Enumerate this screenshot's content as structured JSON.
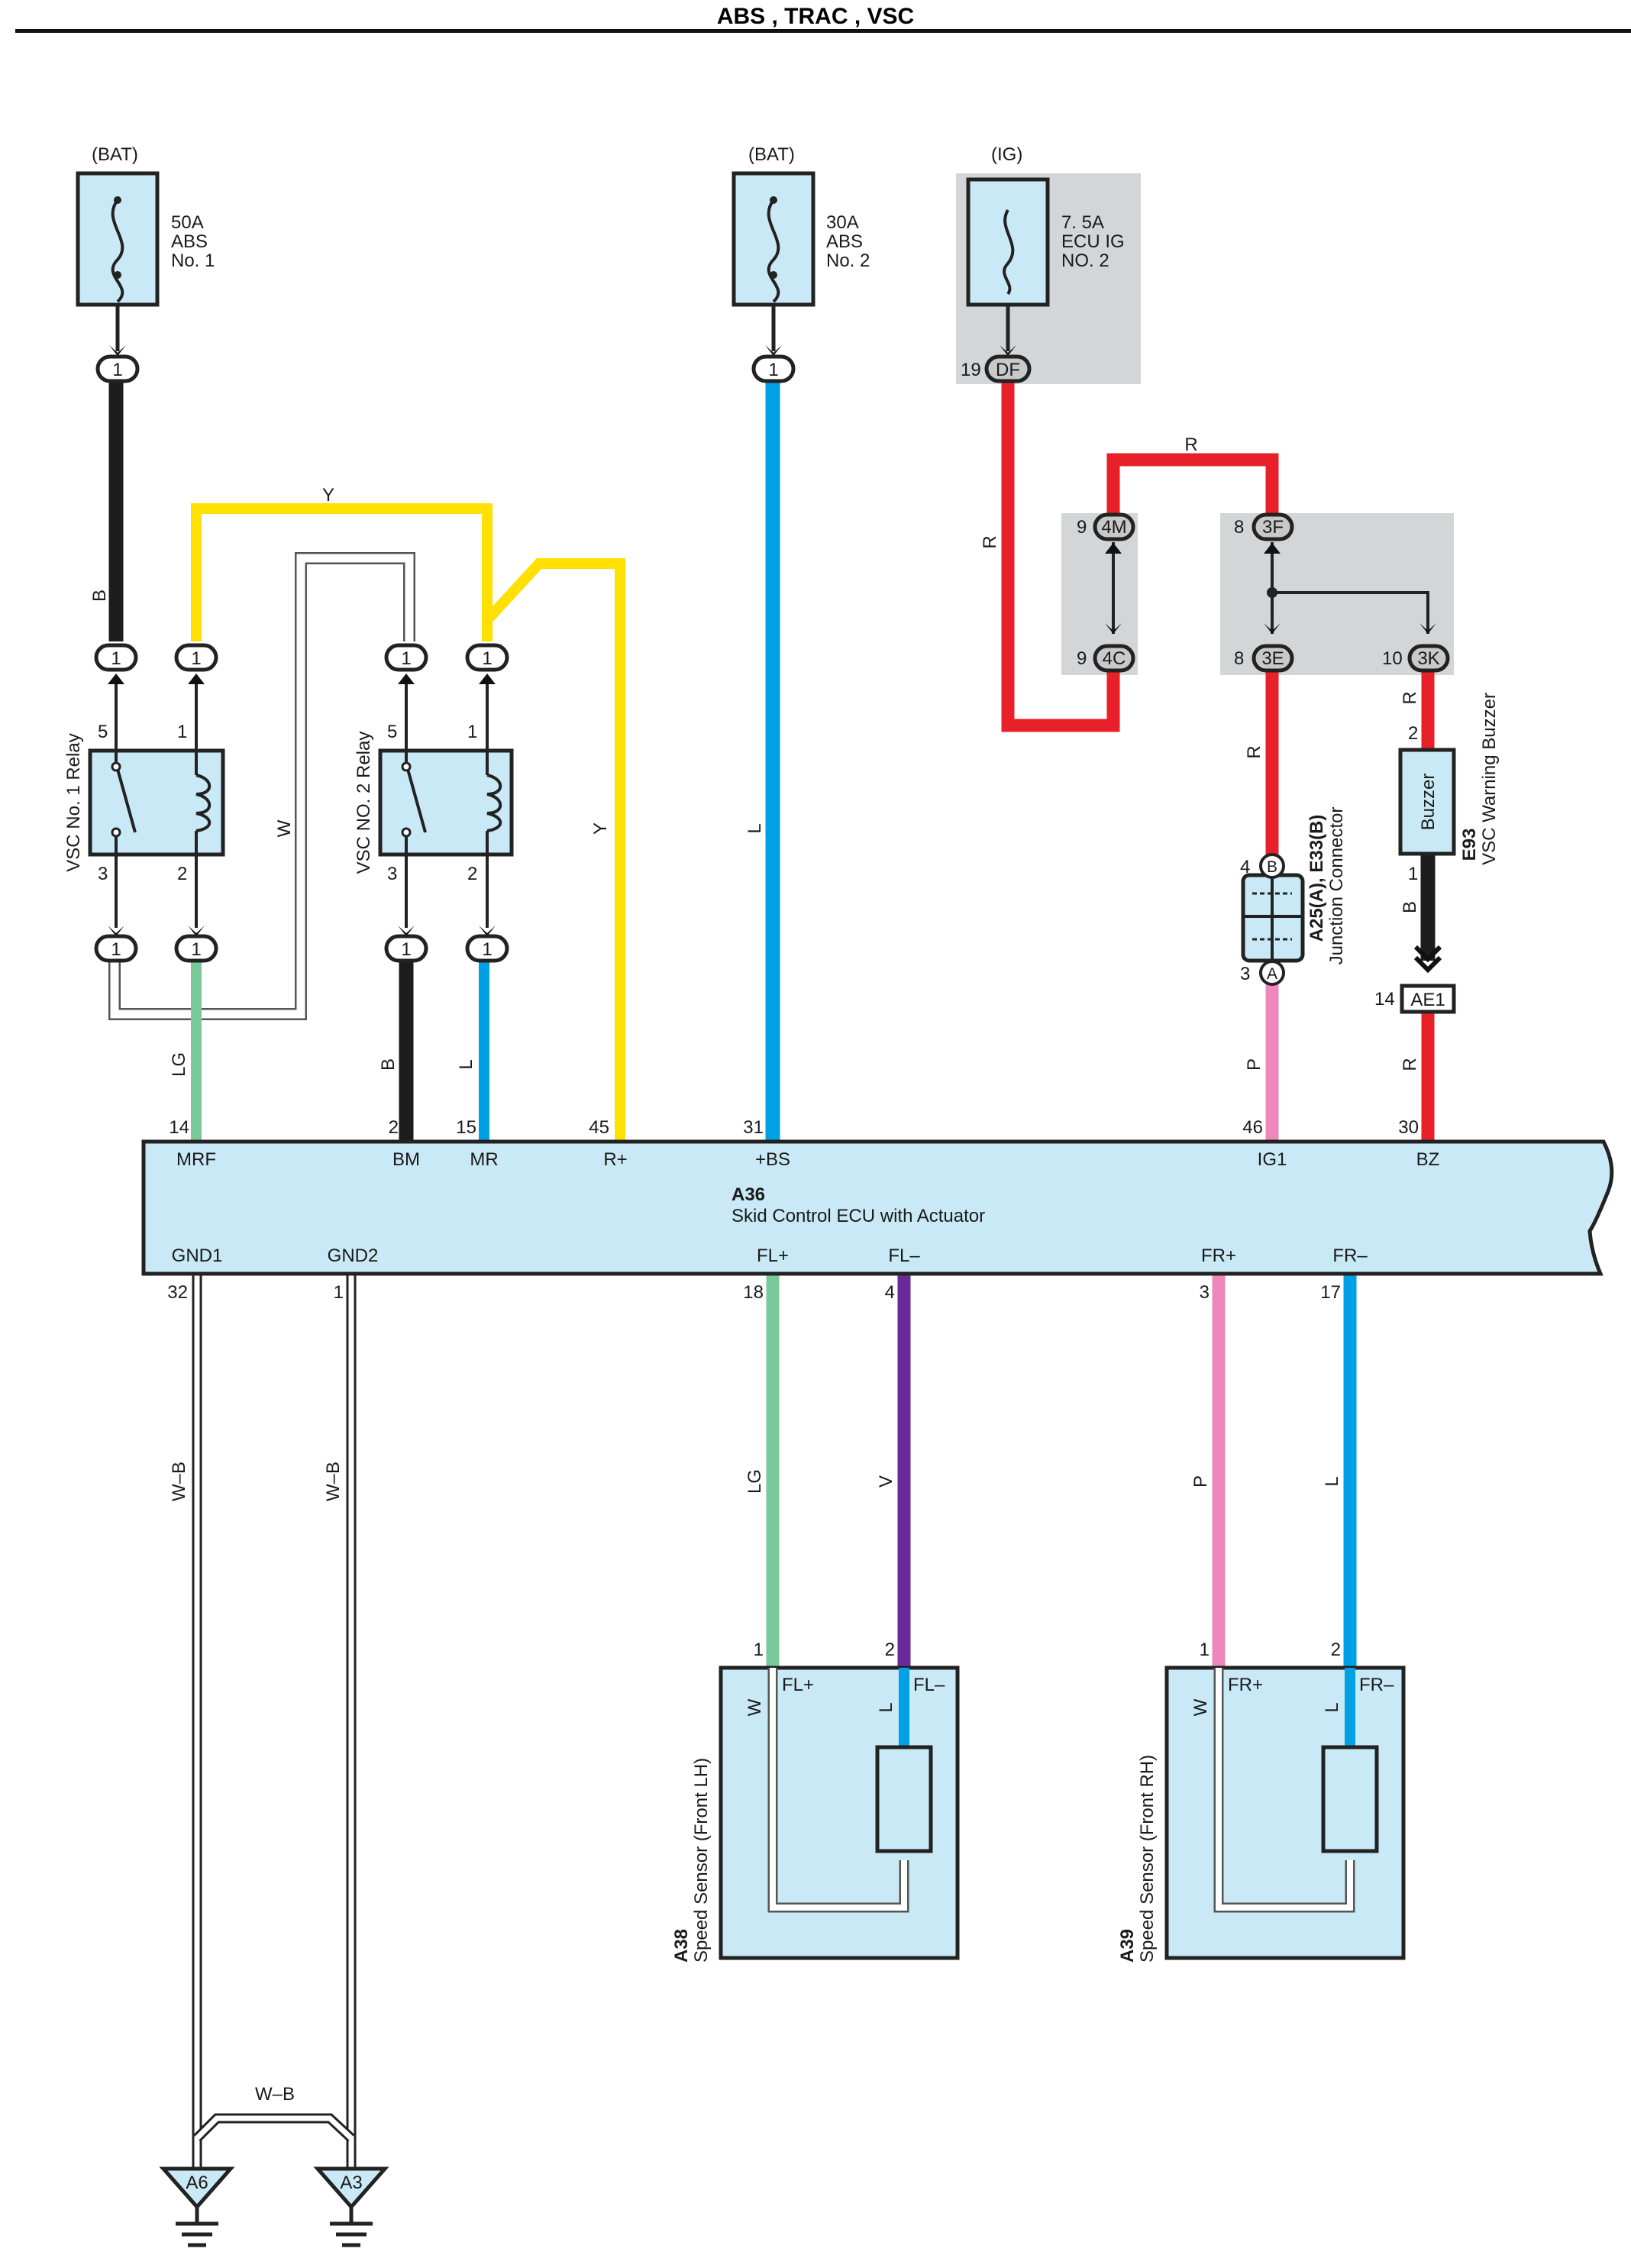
{
  "title": "ABS , TRAC , VSC",
  "colors": {
    "B": "#1c1c1c",
    "Y": "#ffe000",
    "W": "#ffffff",
    "LG": "#7ac99a",
    "L": "#00a0e6",
    "R": "#e8202a",
    "P": "#ee88bb",
    "V": "#6a2a9a",
    "component_fill": "#c9e9f6",
    "gray_box": "#d4d5d7"
  },
  "fuses": {
    "abs1": {
      "source": "(BAT)",
      "rating": "50A",
      "name1": "ABS",
      "name2": "No. 1",
      "pin": "1"
    },
    "abs2": {
      "source": "(BAT)",
      "rating": "30A",
      "name1": "ABS",
      "name2": "No. 2",
      "pin": "1"
    },
    "ecuig": {
      "source": "(IG)",
      "rating": "7. 5A",
      "name1": "ECU IG",
      "name2": "NO. 2",
      "pin_no": "19",
      "pin": "DF"
    }
  },
  "relays": {
    "vsc1": {
      "label": "VSC No. 1 Relay",
      "pin_tl": "5",
      "pin_tr": "1",
      "pin_bl": "3",
      "pin_br": "2"
    },
    "vsc2": {
      "label": "VSC NO. 2 Relay",
      "pin_tl": "5",
      "pin_tr": "1",
      "pin_bl": "3",
      "pin_br": "2"
    }
  },
  "relay_connector": "1",
  "junctions": {
    "j4m": {
      "no": "9",
      "id": "4M"
    },
    "j4c": {
      "no": "9",
      "id": "4C"
    },
    "j3f": {
      "no": "8",
      "id": "3F"
    },
    "j3e": {
      "no": "8",
      "id": "3E"
    },
    "j3k": {
      "no": "10",
      "id": "3K"
    }
  },
  "junction_connector": {
    "code": "A25(A), E33(B)",
    "name": "Junction Connector",
    "pin_b_no": "4",
    "pin_b": "B",
    "pin_a_no": "3",
    "pin_a": "A"
  },
  "buzzer": {
    "code": "E93",
    "name": "VSC Warning Buzzer",
    "label": "Buzzer",
    "pin_top": "2",
    "pin_bottom": "1"
  },
  "ae1": {
    "no": "14",
    "id": "AE1"
  },
  "ecu": {
    "code": "A36",
    "name": "Skid Control ECU with Actuator",
    "top_terminals": [
      {
        "no": "14",
        "name": "MRF"
      },
      {
        "no": "2",
        "name": "BM"
      },
      {
        "no": "15",
        "name": "MR"
      },
      {
        "no": "45",
        "name": "R+"
      },
      {
        "no": "31",
        "name": "+BS"
      },
      {
        "no": "46",
        "name": "IG1"
      },
      {
        "no": "30",
        "name": "BZ"
      }
    ],
    "bottom_terminals": [
      {
        "no": "32",
        "name": "GND1"
      },
      {
        "no": "1",
        "name": "GND2"
      },
      {
        "no": "18",
        "name": "FL+"
      },
      {
        "no": "4",
        "name": "FL–"
      },
      {
        "no": "3",
        "name": "FR+"
      },
      {
        "no": "17",
        "name": "FR–"
      }
    ]
  },
  "wire_labels": {
    "b_fuse1": "B",
    "y_top": "Y",
    "w_loop": "W",
    "y_right": "Y",
    "l_main": "L",
    "r_top": "R",
    "r_left": "R",
    "r_3e": "R",
    "r_3k": "R",
    "b_buzzer": "B",
    "r_ae1": "R",
    "lg_mrf": "LG",
    "b_bm": "B",
    "l_mr": "L",
    "p_ig1": "P",
    "wb_gnd1": "W–B",
    "wb_gnd2": "W–B",
    "wb_bridge": "W–B",
    "lg_fl": "LG",
    "v_fl": "V",
    "p_fr": "P",
    "l_fr": "L",
    "w_lh": "W",
    "l_lh": "L",
    "w_rh": "W",
    "l_rh": "L"
  },
  "sensors": {
    "lh": {
      "code": "A38",
      "name": "Speed Sensor (Front LH)",
      "pin1": "1",
      "pin2": "2",
      "t_plus": "FL+",
      "t_minus": "FL–"
    },
    "rh": {
      "code": "A39",
      "name": "Speed Sensor (Front RH)",
      "pin1": "1",
      "pin2": "2",
      "t_plus": "FR+",
      "t_minus": "FR–"
    }
  },
  "grounds": {
    "g1": "A6",
    "g2": "A3"
  }
}
